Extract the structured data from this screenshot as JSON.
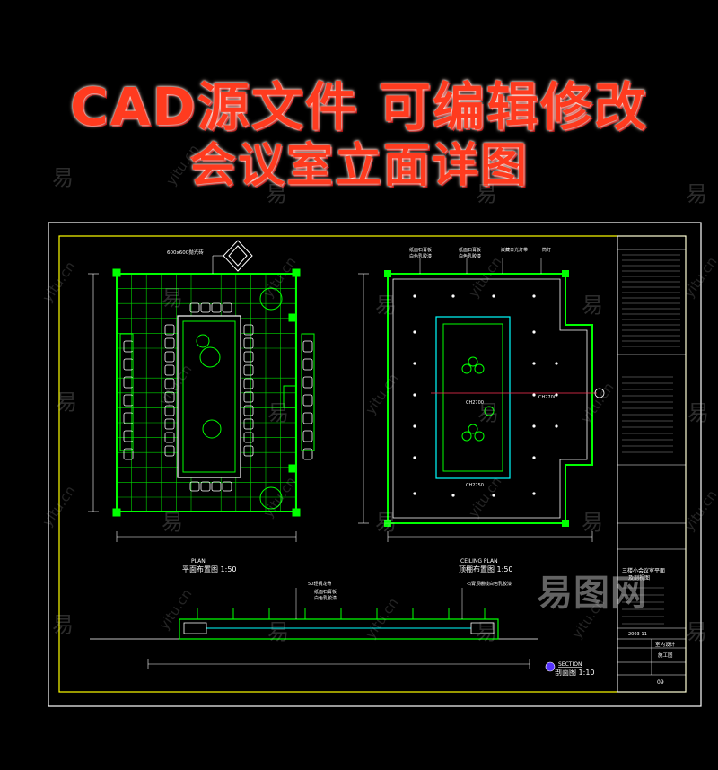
{
  "header": {
    "line1": "CAD源文件 可编辑修改",
    "line2": "会议室立面详图"
  },
  "drawings": {
    "plan": {
      "title_en": "PLAN",
      "title_cn": "平面布置图 1:50",
      "callout": "600x600抛光砖"
    },
    "ceiling": {
      "title_en": "CEILING PLAN",
      "title_cn": "顶棚布置图 1:50",
      "callouts": [
        "纸面石膏板",
        "白色乳胶漆",
        "纸面石膏板",
        "白色乳胶漆",
        "嵌藏日光灯带",
        "筒灯"
      ],
      "heights": [
        "CH2700",
        "CH2700",
        "CH2750"
      ]
    },
    "section": {
      "title_en": "SECTION",
      "title_cn": "剖面图 1:10",
      "callouts": [
        "50轻钢龙骨",
        "纸面石膏板",
        "白色乳胶漆",
        "石膏顶棚线白色乳胶漆"
      ]
    }
  },
  "title_block": {
    "project": "三楼小会议室平面",
    "project2": "及剖视图",
    "date": "2003-11",
    "drawing_name": "室内设计",
    "drawing_name2": "施工图",
    "sheet_no": "09"
  },
  "watermark": {
    "char": "易",
    "site": "yitu.cn",
    "logo": "易图网"
  },
  "colors": {
    "background": "#000000",
    "frame": "#ffff00",
    "cad_line": "#00ff00",
    "cad_cyan": "#00ffff",
    "cad_white": "#ffffff",
    "headline": "#ff3b1f"
  }
}
